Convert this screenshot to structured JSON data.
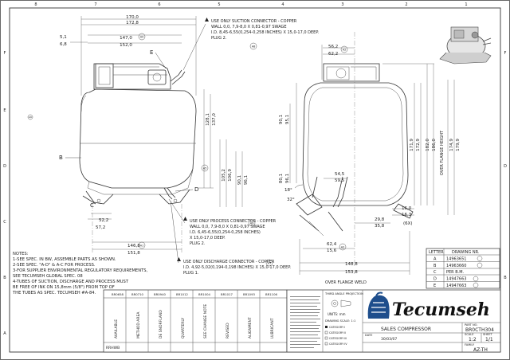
{
  "border": {
    "cols_top": [
      "1",
      "2",
      "3",
      "4",
      "5",
      "6",
      "7",
      "8"
    ],
    "rows_side": [
      "A",
      "B",
      "C",
      "D",
      "E",
      "F"
    ]
  },
  "side_view": {
    "dims": {
      "w_170": "170,0",
      "w_172": "172,8",
      "w_147": "147,0",
      "w_152": "152,0",
      "d_51": "5,1",
      "d_68": "6,8",
      "h_128": "128,1",
      "h_137": "137,0",
      "h_105": "105,2",
      "h_1069": "106,9",
      "h_90": "90,1",
      "h_961": "96,1",
      "d_52": "52,2",
      "d_57": "57,2",
      "d_146": "146,8",
      "d_151": "151,8"
    },
    "letters": {
      "b": "B",
      "c": "C",
      "d": "D",
      "e": "E"
    },
    "balloons": {
      "a0": "A0",
      "a1": "A1",
      "a2": "A2",
      "a5": "A5",
      "a6": "A6",
      "a7": "A7",
      "a8": "A8",
      "a9": "A9"
    }
  },
  "front_view": {
    "dims": {
      "d_562": "56,2",
      "d_622": "62,2",
      "h_1719": "171,9",
      "h_1729": "172,9",
      "h_1820": "182,0",
      "h_1860": "186,0",
      "h_1749": "174,9",
      "h_1799": "179,9",
      "d_545": "54,5",
      "d_595": "59,5",
      "d_298": "29,8",
      "d_358": "35,8",
      "d_160": "16,0",
      "d_163": "16,3",
      "d_6x": "(6X)",
      "d_624": "62,4",
      "d_156": "15,6",
      "w_1488": "148,8",
      "w_1538": "153,8",
      "ang_18": "18°",
      "ang_32": "32°",
      "d_901": "90,1",
      "d_951": "95,1",
      "d_801": "80,1",
      "d_961b": "96,1"
    },
    "label_flange_height": "OVER FLANGE HEIGHT",
    "label_flange_weld": "OVER FLANGE WELD"
  },
  "callouts": {
    "suction": [
      "USE ONLY SUCTION CONNECTOR - COPPER",
      "WALL 0,0, 7,9-8,0 X 0,81-0,97 SWAGE",
      "I.D. 8,45-6,55(0,254-0,258 INCHES) X 15,0-17,0 DEEP.",
      "PLUG 2."
    ],
    "process": [
      "USE ONLY PROCESS CONNECTOR - COPPER",
      "WALL 0,0, 7,9-8,0 X 0,81-0,97 SWAGE",
      "I.D. 6,45-6,55(0,254-0,258 INCHES)",
      "X 15,0-17,0 DEEP.",
      "PLUG 2."
    ],
    "discharge": [
      "USE ONLY DISCHARGE CONNECTOR - COPPER",
      "I.D. 4,92-5,02(0,194-0,198 INCHES) X 15,0-17,0 DEEP.",
      "PLUG 1."
    ]
  },
  "notes": {
    "title": "NOTES:",
    "lines": [
      "1-SEE SPEC. IN BW, ASSEMBLE PARTS AS SHOWN.",
      "2-SEE SPEC. \"A-D\" & A-C FOR PROCESS.",
      "3-FOR SUPPLIER ENVIRONMENTAL REGULATORY REQUIREMENTS,",
      "  SEE TECUMSEH GLOBAL SPEC. 08",
      "4-TUBES OF SUCTION, DISCHARGE AND PROCESS MUST",
      "  BE FREE OF INK ON 15,8mm (5/8\") FROM TOP OF",
      "  THE TUBES AS SPEC. TECUMSEH #A-84."
    ]
  },
  "letter_table": {
    "headers": [
      "LETTER",
      "DRAWING NR."
    ],
    "rows": [
      {
        "letter": "A",
        "drawing": "14963651"
      },
      {
        "letter": "B",
        "drawing": "14963660"
      },
      {
        "letter": "C",
        "drawing": "PER B.M."
      },
      {
        "letter": "D",
        "drawing": "14947663"
      },
      {
        "letter": "E",
        "drawing": "14947663"
      }
    ]
  },
  "revision_block": {
    "tags": [
      "BR0658",
      "BR0710",
      "BR0940",
      "BR1012",
      "BR1004",
      "BR1017",
      "BR1093",
      "BR1106"
    ],
    "descriptions": [
      "AVAILABLE",
      "METHOD AREA",
      "DE SNORFLAND",
      "QUARTERLY",
      "SEE CHANGE NOTE",
      "REVISED",
      "ALIGNMENT",
      "LUBRICANT"
    ],
    "bottom_code": "RRHWB"
  },
  "title_block": {
    "brand": "Tecumseh",
    "third_angle": "THIRD ANGLE PROJECTION",
    "units": "UNITS: mm",
    "scale": "DRAWING SCALE: 1:1",
    "category_lines": [
      "CATEGORY I",
      "CATEGORY II",
      "CATEGORY III",
      "CATEGORY IV"
    ],
    "title": "SALES COMPRESSOR",
    "part_no_label": "PART NO.",
    "part_no": "BR0CTH304",
    "scale_label": "SCALE",
    "scale_value": "1:2",
    "sheet_label": "SHEET",
    "sheet_value": "1/1",
    "date_label": "DATE",
    "date_value": "30/03/07",
    "family_label": "FAMILY",
    "family_value": "AZ-TH"
  }
}
